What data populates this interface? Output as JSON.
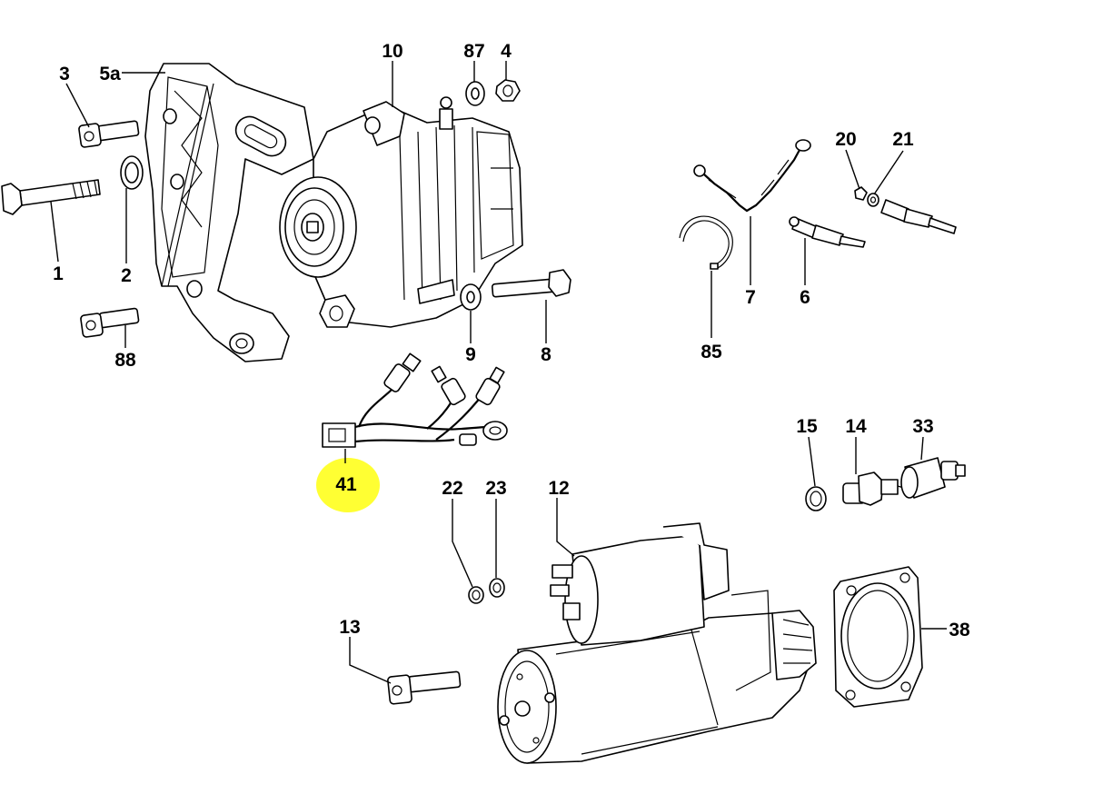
{
  "callouts": {
    "c1": "1",
    "c2": "2",
    "c3": "3",
    "c5a": "5a",
    "c88": "88",
    "c10": "10",
    "c87": "87",
    "c4": "4",
    "c9": "9",
    "c8": "8",
    "c20": "20",
    "c21": "21",
    "c7": "7",
    "c6": "6",
    "c85": "85",
    "c41": "41",
    "c22": "22",
    "c23": "23",
    "c12": "12",
    "c15": "15",
    "c14": "14",
    "c33": "33",
    "c13": "13",
    "c38": "38"
  },
  "highlight": {
    "callout": "41",
    "color": "#ffff33"
  }
}
